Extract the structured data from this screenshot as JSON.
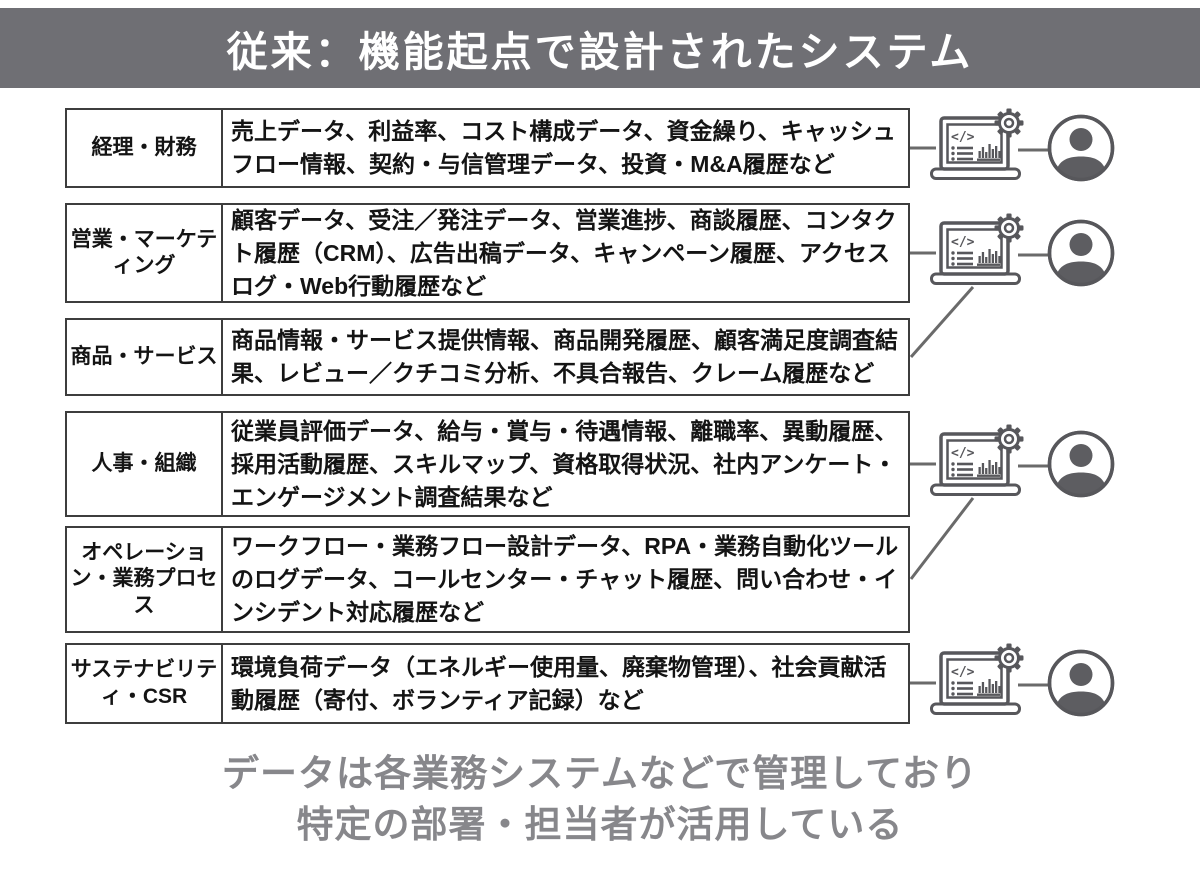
{
  "title": "従来：機能起点で設計されたシステム",
  "rows": [
    {
      "label": "経理・財務",
      "content": "売上データ、利益率、コスト構成データ、資金繰り、キャッシュフロー情報、契約・与信管理データ、投資・M&A履歴など"
    },
    {
      "label": "営業・マーケティング",
      "content": "顧客データ、受注／発注データ、営業進捗、商談履歴、コンタクト履歴（CRM）、広告出稿データ、キャンペーン履歴、アクセスログ・Web行動履歴など"
    },
    {
      "label": "商品・サービス",
      "content": "商品情報・サービス提供情報、商品開発履歴、顧客満足度調査結果、レビュー／クチコミ分析、不具合報告、クレーム履歴など"
    },
    {
      "label": "人事・組織",
      "content": "従業員評価データ、給与・賞与・待遇情報、離職率、異動履歴、採用活動履歴、スキルマップ、資格取得状況、社内アンケート・エンゲージメント調査結果など"
    },
    {
      "label": "オペレーション・業務プロセス",
      "content": "ワークフロー・業務フロー設計データ、RPA・業務自動化ツールのログデータ、コールセンター・チャット履歴、問い合わせ・インシデント対応履歴など"
    },
    {
      "label": "サステナビリティ・CSR",
      "content": "環境負荷データ（エネルギー使用量、廃棄物管理）、社会貢献活動履歴（寄付、ボランティア記録）など"
    }
  ],
  "footer": {
    "line1": "データは各業務システムなどで管理しており",
    "line2": "特定の部署・担当者が活用している"
  },
  "icons": {
    "system": "laptop-with-code-chart-and-gear-icon",
    "user": "person-avatar-icon",
    "code_glyph": "</>"
  },
  "colors": {
    "title_bar_bg": "#6f6f74",
    "title_text": "#ffffff",
    "box_border": "#3d3d3d",
    "body_text": "#141414",
    "icon_gray": "#57575b",
    "icon_fill_gray": "#5d5d61",
    "connector_gray": "#6a6a6a",
    "footer_text": "#87878b"
  }
}
